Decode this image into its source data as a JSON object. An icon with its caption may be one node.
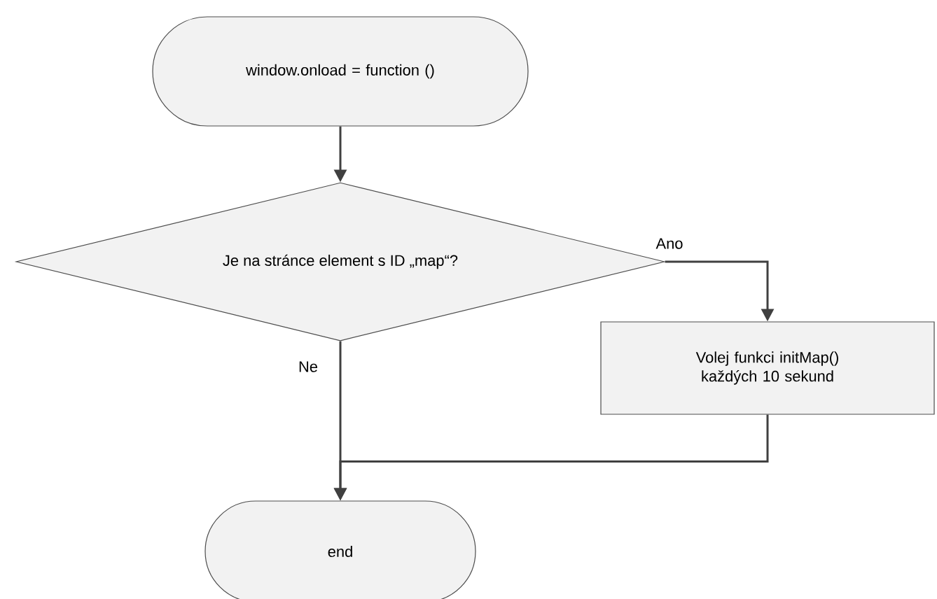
{
  "diagram": {
    "nodes": [
      {
        "text": [
          "window.onload = function ()"
        ]
      },
      {
        "text": [
          "Je na stránce element s ID „map“?"
        ]
      },
      {
        "text": [
          "Volej funkci initMap() každých 10 sekund"
        ]
      },
      {
        "text": [
          "end"
        ]
      }
    ],
    "edges": [
      {
        "from": 0,
        "to": 1,
        "arrow": "to"
      },
      {
        "from": 1,
        "to": 2,
        "arrow": "to",
        "label": "Ano"
      },
      {
        "from": 1,
        "to": 3,
        "arrow": "to",
        "label": "Ne"
      },
      {
        "from": 2,
        "to": 3,
        "arrow": "to"
      }
    ]
  }
}
